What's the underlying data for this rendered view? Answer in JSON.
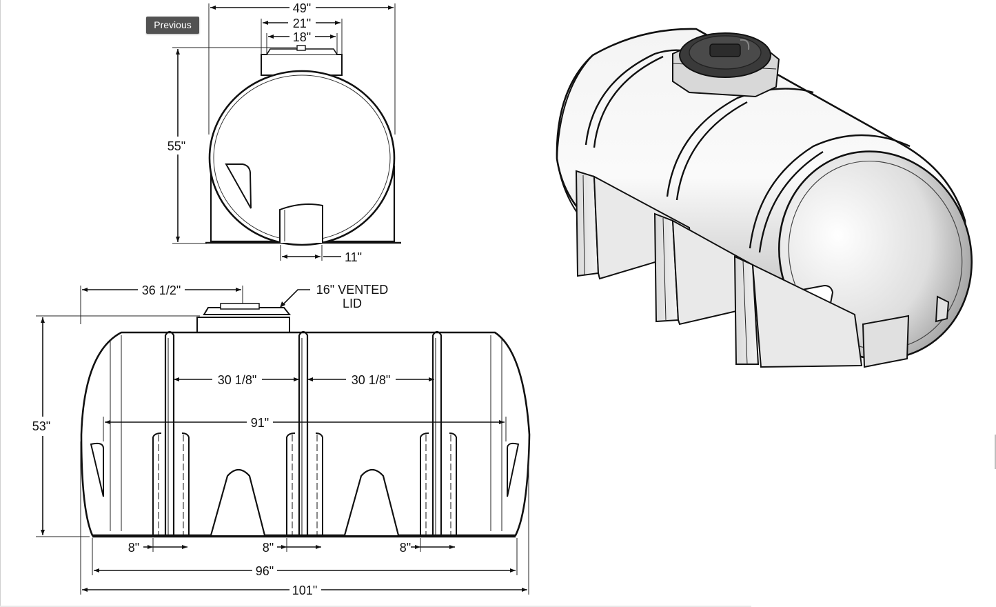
{
  "tooltip": {
    "label": "Previous"
  },
  "end_view": {
    "width_overall": "49\"",
    "width_lid_base": "21\"",
    "width_lid": "18\"",
    "height": "55\"",
    "leg_width": "11\""
  },
  "side_view": {
    "lid_offset": "36 1/2\"",
    "lid_callout_line1": "16\" VENTED",
    "lid_callout_line2": "LID",
    "height": "53\"",
    "band_spacing_1": "30 1/8\"",
    "band_spacing_2": "30 1/8\"",
    "leg_span": "91\"",
    "leg_width_1": "8\"",
    "leg_width_2": "8\"",
    "leg_width_3": "8\"",
    "base_length": "96\"",
    "overall_length": "101\""
  }
}
